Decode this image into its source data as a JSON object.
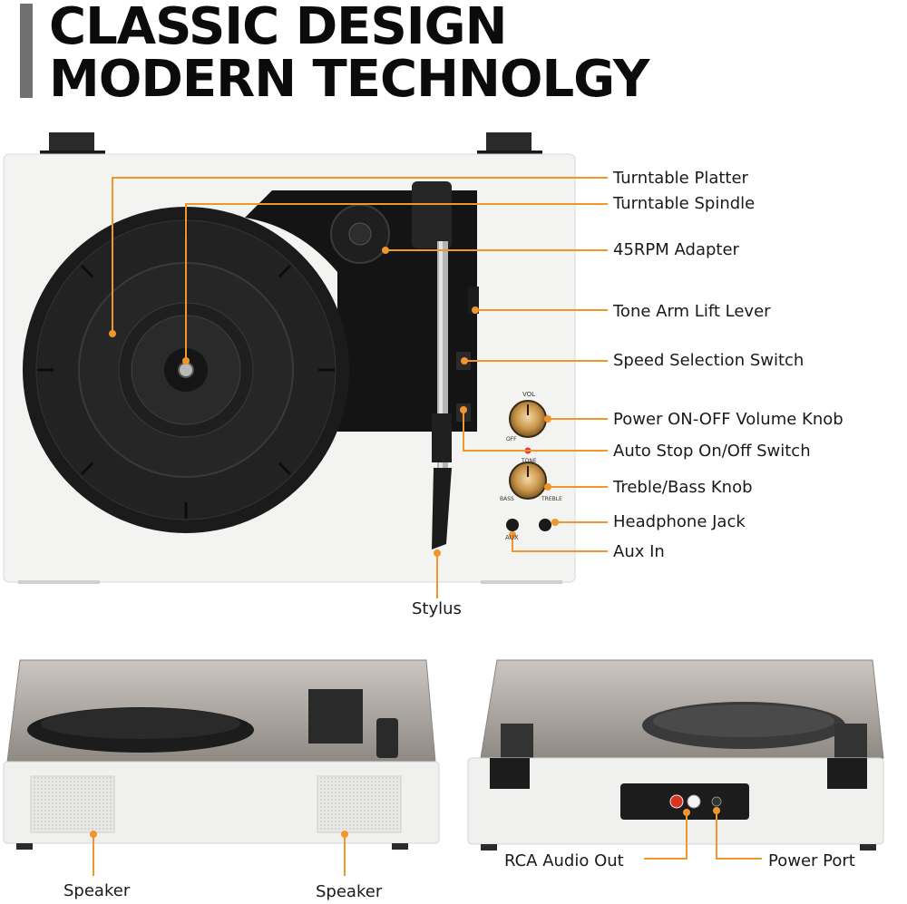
{
  "header": {
    "line1": "CLASSIC DESIGN",
    "line2": "MODERN TECHNOLGY"
  },
  "colors": {
    "accent": "#f0962a",
    "title": "#0b0b0b",
    "title_bar": "#707070",
    "body_white": "#f2f2f0",
    "platter": "#1b1b1b"
  },
  "top_view": {
    "callouts": {
      "turntable_platter": "Turntable Platter",
      "turntable_spindle": "Turntable Spindle",
      "adapter_45rpm": "45RPM Adapter",
      "tone_arm_lift_lever": "Tone Arm Lift Lever",
      "speed_selection_switch": "Speed Selection Switch",
      "power_volume_knob": "Power ON-OFF Volume Knob",
      "auto_stop_switch": "Auto Stop On/Off Switch",
      "treble_bass_knob": "Treble/Bass Knob",
      "headphone_jack": "Headphone Jack",
      "aux_in": "Aux In",
      "stylus": "Stylus"
    },
    "panel_text": {
      "vol": "VOL",
      "off": "OFF",
      "tone": "TONE",
      "bass": "BASS",
      "treble": "TREBLE",
      "aux": "AUX"
    }
  },
  "front_view": {
    "speaker_left": "Speaker",
    "speaker_right": "Speaker"
  },
  "back_view": {
    "rca_audio_out": "RCA Audio Out",
    "power_port": "Power Port"
  }
}
